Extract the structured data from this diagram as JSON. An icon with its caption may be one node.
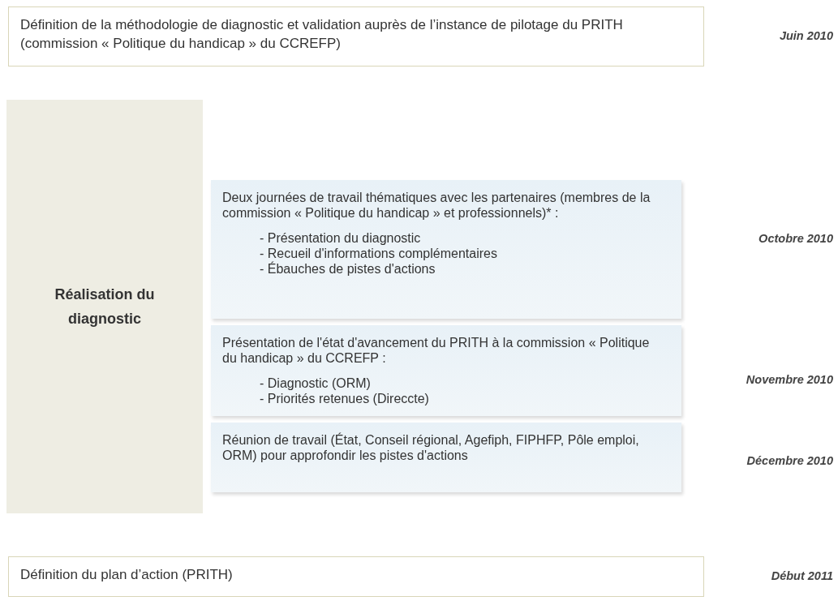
{
  "diagram": {
    "nodes": [
      {
        "text": [
          "Définition de la méthodologie de diagnostic et validation auprès de l’instance de pilotage du PRITH (commission « Politique du handicap » du CCREFP)"
        ]
      },
      {
        "text": [
          "Réalisation du diagnostic"
        ]
      },
      {
        "text": [
          "Deux journées de travail thématiques avec les partenaires (membres de la commission « Politique du handicap » et professionnels)* :",
          "- Présentation du diagnostic",
          "- Recueil d'informations complémentaires",
          "- Ébauches de pistes d'actions"
        ]
      },
      {
        "text": [
          "Présentation de l'état d'avancement du PRITH à la commission « Politique du handicap » du CCREFP :",
          "- Diagnostic (ORM)",
          "- Priorités retenues (Direccte)"
        ]
      },
      {
        "text": [
          "Réunion de travail (État, Conseil régional, Agefiph, FIPHFP, Pôle emploi, ORM) pour approfondir les pistes d'actions"
        ]
      },
      {
        "text": [
          "Définition du plan d’action (PRITH)"
        ]
      }
    ],
    "edges": [],
    "labels": [
      "Juin 2010",
      "Octobre 2010",
      "Novembre 2010",
      "Décembre 2010",
      "Début 2011"
    ]
  }
}
